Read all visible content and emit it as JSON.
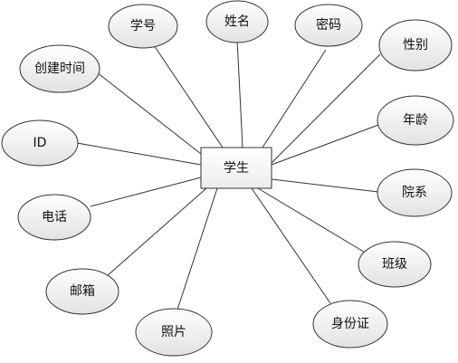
{
  "entity": {
    "label": "学生"
  },
  "attributes": [
    {
      "key": "xuehao",
      "label": "学号"
    },
    {
      "key": "xingming",
      "label": "姓名"
    },
    {
      "key": "mima",
      "label": "密码"
    },
    {
      "key": "chuangjian",
      "label": "创建时间"
    },
    {
      "key": "xingbie",
      "label": "性别"
    },
    {
      "key": "id",
      "label": "ID"
    },
    {
      "key": "nianling",
      "label": "年龄"
    },
    {
      "key": "yuanxi",
      "label": "院系"
    },
    {
      "key": "dianhua",
      "label": "电话"
    },
    {
      "key": "banji",
      "label": "班级"
    },
    {
      "key": "youxiang",
      "label": "邮箱"
    },
    {
      "key": "zhaopian",
      "label": "照片"
    },
    {
      "key": "shenfenzheng",
      "label": "身份证"
    }
  ],
  "colors": {
    "stroke": "#333333",
    "ellipse_fill": "#eeeeee",
    "entity_fill": "#f6f6f6",
    "text": "#111111"
  }
}
